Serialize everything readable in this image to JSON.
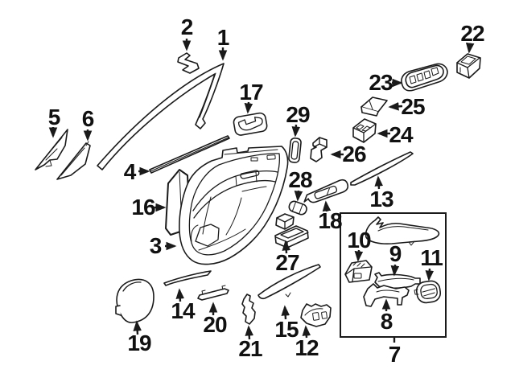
{
  "colors": {
    "background": "#ffffff",
    "line": "#1a1a1a",
    "label_text": "#111111",
    "group_box_border": "#1a1a1a"
  },
  "callouts": [
    "1",
    "2",
    "3",
    "4",
    "5",
    "6",
    "7",
    "8",
    "9",
    "10",
    "11",
    "12",
    "13",
    "14",
    "15",
    "16",
    "17",
    "18",
    "19",
    "20",
    "21",
    "22",
    "23",
    "24",
    "25",
    "26",
    "27",
    "28",
    "29"
  ]
}
